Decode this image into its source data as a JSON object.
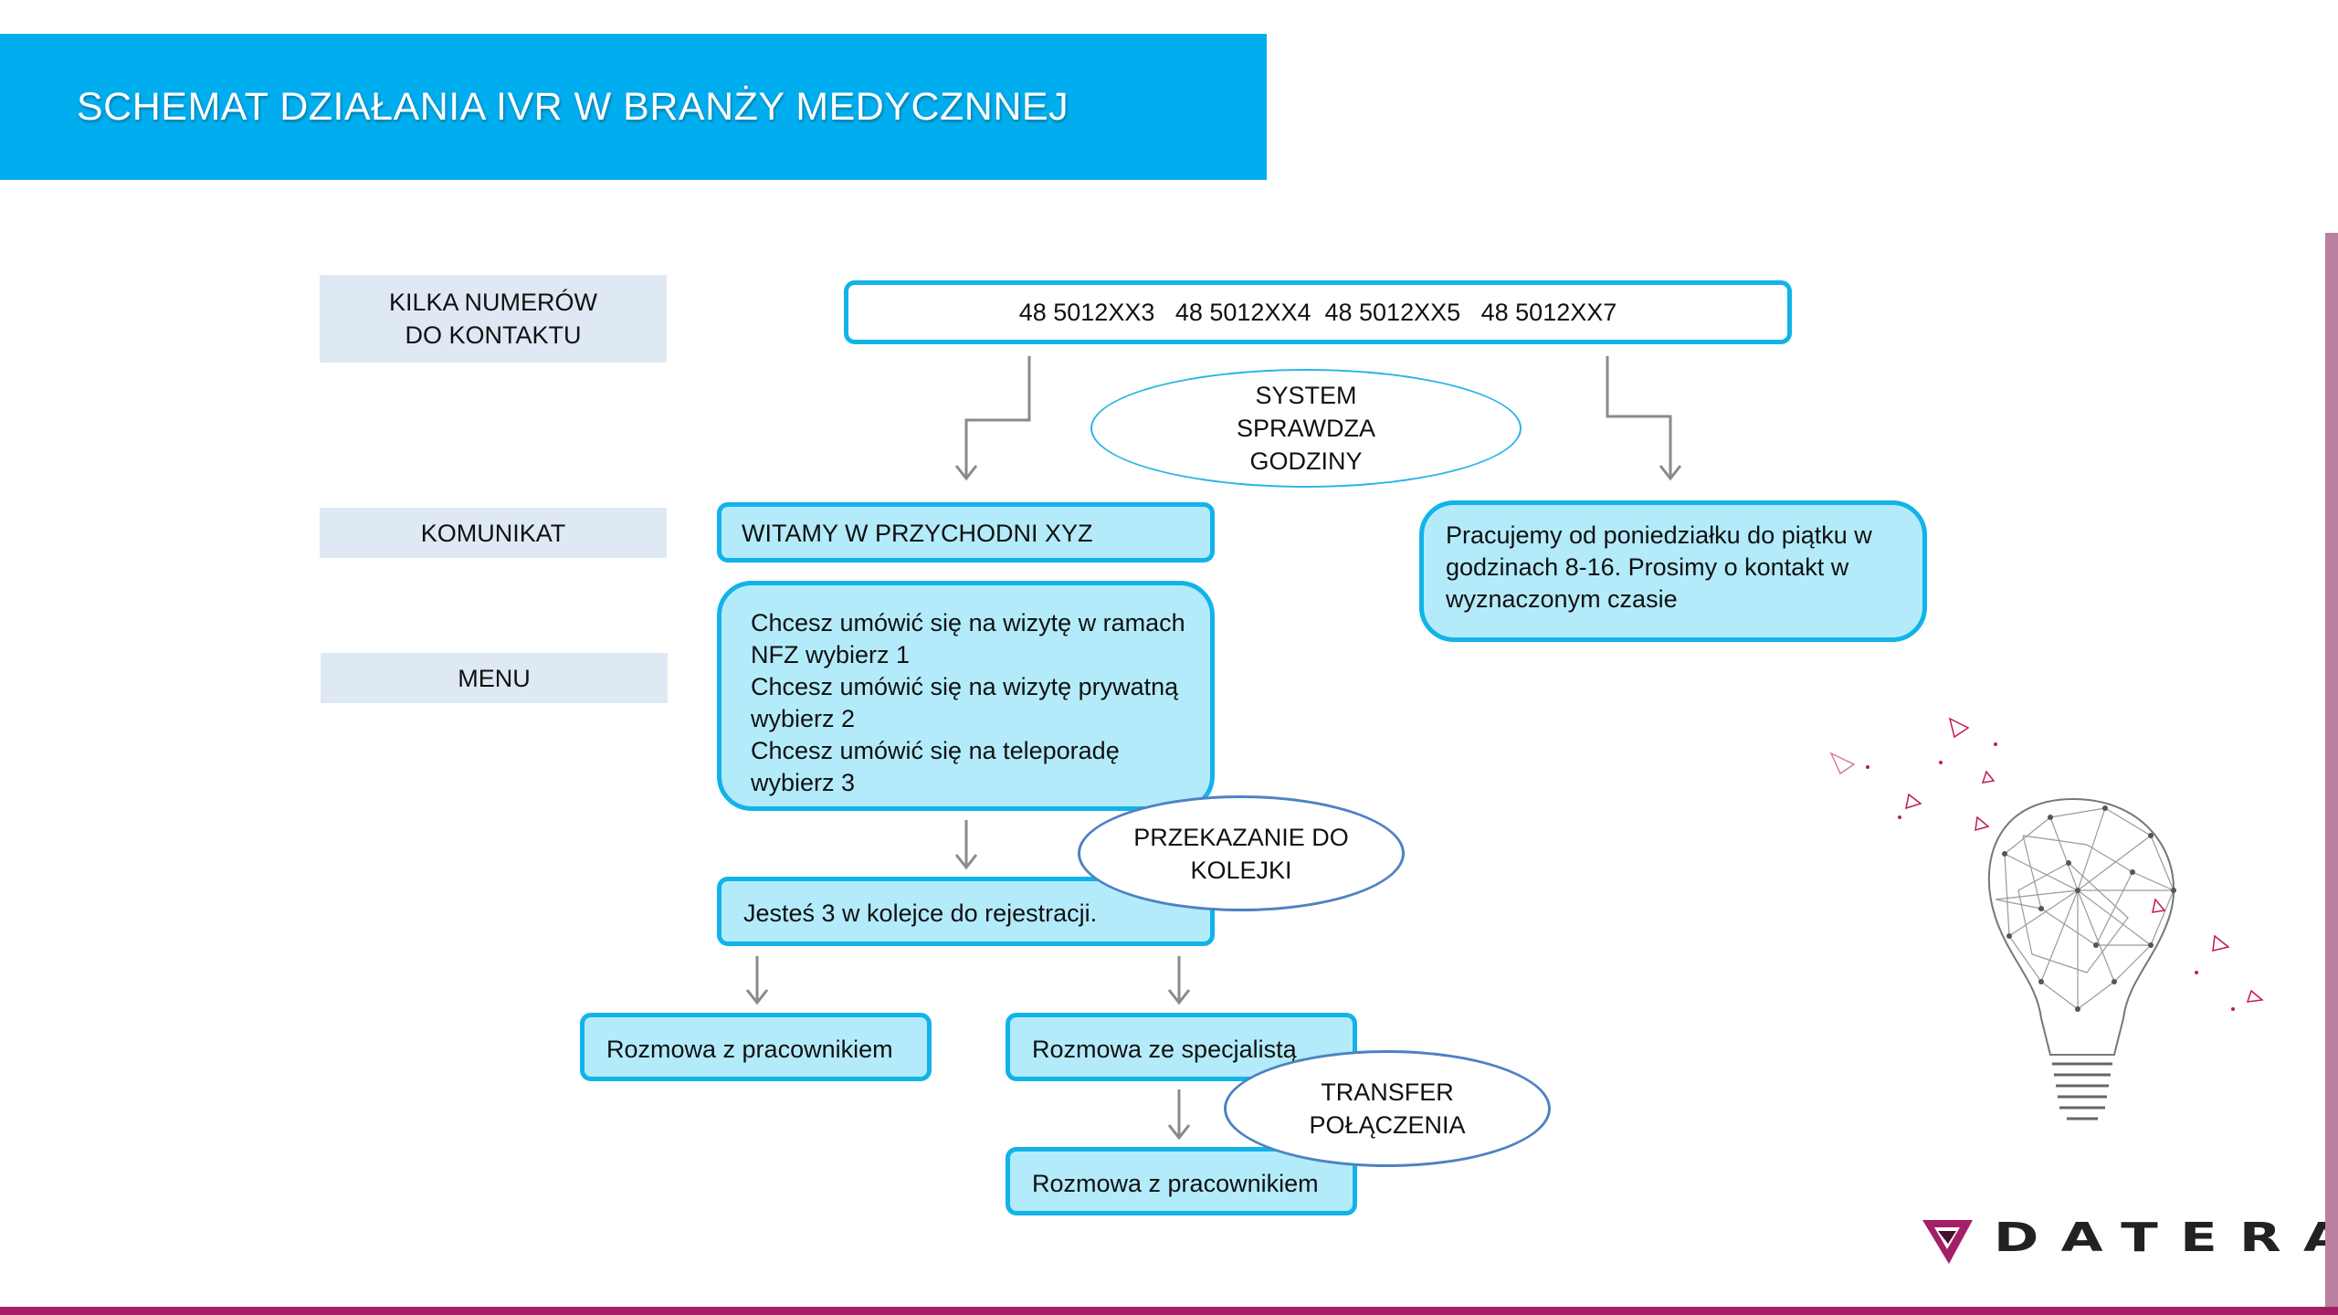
{
  "header": {
    "title": "SCHEMAT DZIAŁANIA IVR W BRANŻY  MEDYCZNNEJ"
  },
  "labels": {
    "numbers": "KILKA NUMERÓW DO KONTAKTU",
    "komunikat": "KOMUNIKAT",
    "menu": "MENU"
  },
  "nodes": {
    "numbers": "48 5012XX3   48 5012XX4  48 5012XX5   48 5012XX7",
    "welcome": "WITAMY W PRZYCHODNI XYZ",
    "hours_info": "Pracujemy od poniedziałku do piątku w godzinach 8-16. Prosimy o kontakt w wyznaczonym czasie",
    "menu_lines": [
      "Chcesz umówić się na wizytę w ramach",
      "NFZ wybierz 1",
      "Chcesz umówić się na wizytę prywatną",
      "wybierz 2",
      "Chcesz umówić się na teleporadę",
      "wybierz 3"
    ],
    "queue": "Jesteś 3 w kolejce do rejestracji.",
    "talk_employee_1": "Rozmowa z pracownikiem",
    "talk_specialist": "Rozmowa ze specjalistą",
    "talk_employee_2": "Rozmowa z pracownikiem"
  },
  "ellipses": {
    "check_hours": "SYSTEM SPRAWDZA GODZINY",
    "queue_transfer": "PRZEKAZANIE DO KOLEJKI",
    "call_transfer": "TRANSFER POŁĄCZENIA"
  },
  "logo": {
    "text": "DATERA",
    "accent_color": "#a31f66",
    "icon": "datera-logo-icon"
  },
  "decoration": {
    "icon": "lightbulb-network-icon"
  },
  "colors": {
    "banner": "#00aeef",
    "node_border": "#12b3ea",
    "node_fill": "#b3ebfb",
    "label_fill": "#dfe9f4",
    "arrow": "#888888"
  }
}
